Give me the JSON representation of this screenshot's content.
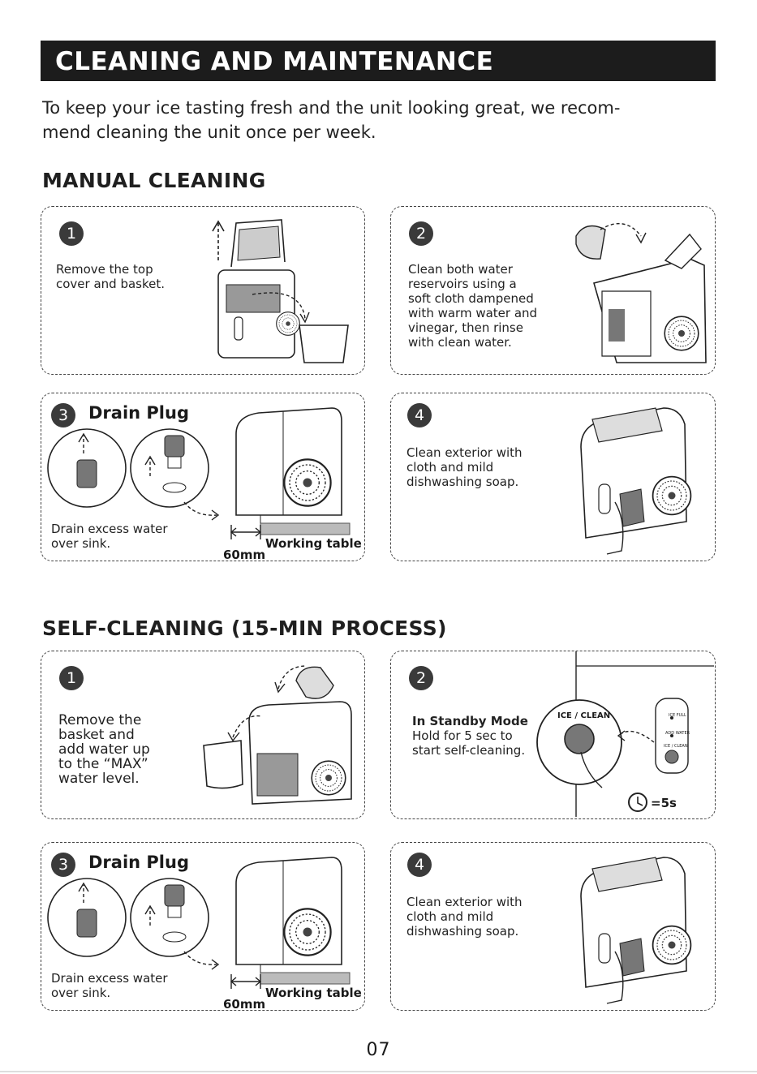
{
  "header": {
    "title": "CLEANING AND MAINTENANCE"
  },
  "intro": "To keep your ice tasting fresh and the unit looking great, we recom-\nmend cleaning the unit once per week.",
  "manual": {
    "title": "MANUAL CLEANING",
    "steps": [
      {
        "num": "1",
        "text": "Remove the top\ncover and basket."
      },
      {
        "num": "2",
        "text": "Clean both water\nreservoirs using a\nsoft cloth dampened\nwith warm water and\nvinegar, then rinse\nwith clean water."
      },
      {
        "num": "3",
        "title": "Drain Plug",
        "text": "Drain excess water\nover sink.",
        "working_table": "Working table",
        "distance": "60mm"
      },
      {
        "num": "4",
        "text": "Clean exterior with\ncloth and mild\ndishwashing soap."
      }
    ]
  },
  "self": {
    "title": "SELF-CLEANING (15-MIN PROCESS)",
    "steps": [
      {
        "num": "1",
        "text": "Remove the\nbasket and\nadd water up\nto the “MAX”\nwater level."
      },
      {
        "num": "2",
        "mode": "In Standby Mode",
        "text": "Hold for 5 sec to\nstart self-cleaning.",
        "button_label": "ICE / CLEAN",
        "timer": "=5s",
        "panel_labels": [
          "ICE FULL",
          "ADD WATER",
          "ICE / CLEAN"
        ]
      },
      {
        "num": "3",
        "title": "Drain Plug",
        "text": "Drain excess water\nover sink.",
        "working_table": "Working table",
        "distance": "60mm"
      },
      {
        "num": "4",
        "text": "Clean exterior with\ncloth and mild\ndishwashing soap."
      }
    ]
  },
  "page_number": "07",
  "colors": {
    "banner": "#1c1c1c",
    "badge": "#3a3a3a",
    "hand_cloth": "#777777"
  },
  "icons": [
    "arrow-up-icon",
    "dashed-arrow-icon",
    "ice-maker-icon",
    "drain-plug-icon",
    "pitcher-icon",
    "hand-icon",
    "clock-icon",
    "fan-vent-icon"
  ]
}
